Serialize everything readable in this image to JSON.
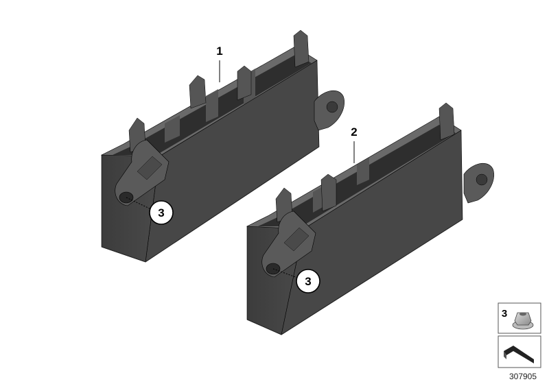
{
  "callouts": {
    "part1": "1",
    "part2": "2",
    "part3_a": "3",
    "part3_b": "3"
  },
  "legend": {
    "item_number": "3"
  },
  "catalog_number": "307905",
  "colors": {
    "body_dark": "#3a3a3a",
    "body_mid": "#474747",
    "body_light": "#5a5a5a",
    "rim": "#6a6a6a",
    "line": "#000000"
  }
}
